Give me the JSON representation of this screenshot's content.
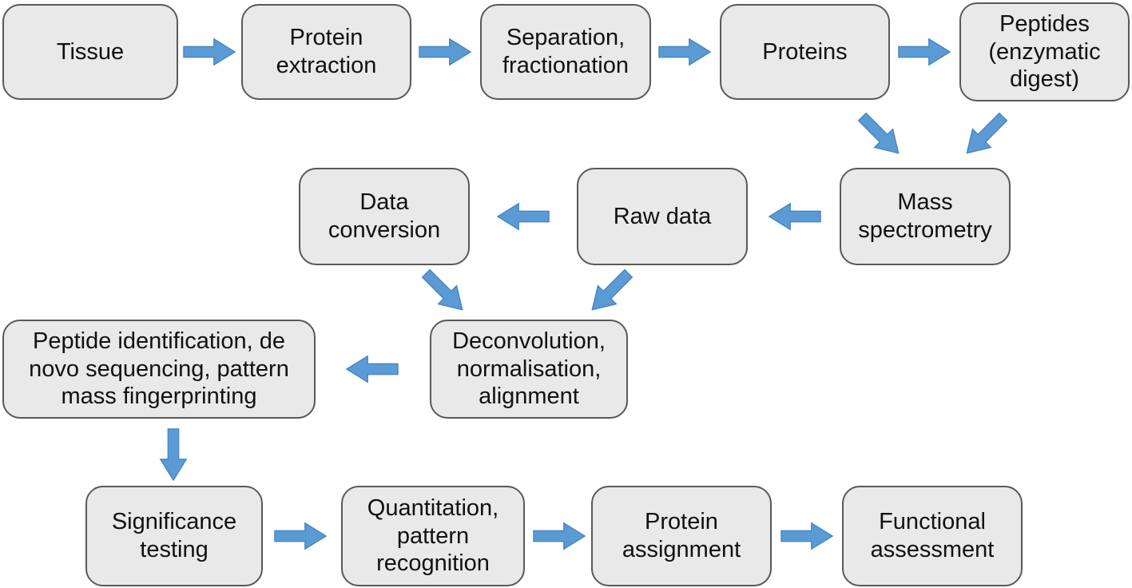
{
  "diagram": {
    "title": "Proteomics workflow flowchart",
    "nodes": {
      "tissue": {
        "label": "Tissue"
      },
      "protein_extraction": {
        "label": "Protein extraction"
      },
      "separation_fractionation": {
        "label": "Separation, fractionation"
      },
      "proteins": {
        "label": "Proteins"
      },
      "peptides": {
        "label": "Peptides (enzymatic digest)"
      },
      "data_conversion": {
        "label": "Data conversion"
      },
      "raw_data": {
        "label": "Raw data"
      },
      "mass_spectrometry": {
        "label": "Mass spectrometry"
      },
      "peptide_identification": {
        "label": "Peptide identification, de novo sequencing, pattern mass fingerprinting"
      },
      "deconvolution": {
        "label": "Deconvolution, normalisation, alignment"
      },
      "significance_testing": {
        "label": "Significance testing"
      },
      "quantitation": {
        "label": "Quantitation, pattern recognition"
      },
      "protein_assignment": {
        "label": "Protein assignment"
      },
      "functional_assessment": {
        "label": "Functional assessment"
      }
    },
    "colors": {
      "box_fill": "#e9e9e9",
      "box_border": "#595959",
      "arrow_fill": "#5b9bd5",
      "arrow_stroke": "#4a86c0"
    }
  }
}
